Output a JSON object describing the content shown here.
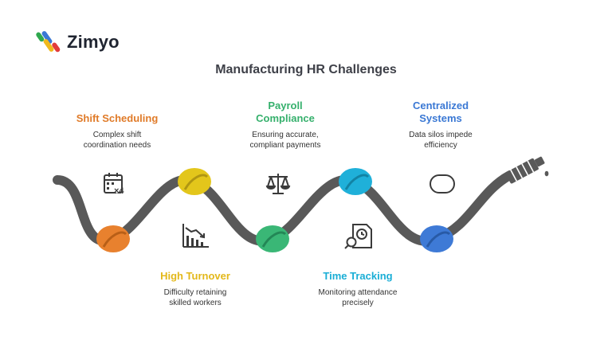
{
  "brand": {
    "name": "Zimyo"
  },
  "title": "Manufacturing HR Challenges",
  "colors": {
    "rope": "#595959",
    "orange": "#e8812e",
    "yellow": "#e3c61b",
    "green": "#3ab776",
    "cyan": "#1fb0d9",
    "blue": "#3e7ad6"
  },
  "challenges": [
    {
      "title": "Shift Scheduling",
      "description": "Complex shift coordination needs",
      "color": "#e07b29",
      "icon": "calendar-x4-icon"
    },
    {
      "title": "High Turnover",
      "description": "Difficulty retaining skilled workers",
      "color": "#e3b81a",
      "icon": "declining-chart-icon"
    },
    {
      "title": "Payroll Compliance",
      "description": "Ensuring accurate, compliant payments",
      "color": "#35b06c",
      "icon": "balance-scale-icon"
    },
    {
      "title": "Time Tracking",
      "description": "Monitoring attendance precisely",
      "color": "#1aaed6",
      "icon": "document-clock-search-icon"
    },
    {
      "title": "Centralized Systems",
      "description": "Data silos impede efficiency",
      "color": "#3a78d4",
      "icon": "database-icon"
    }
  ]
}
